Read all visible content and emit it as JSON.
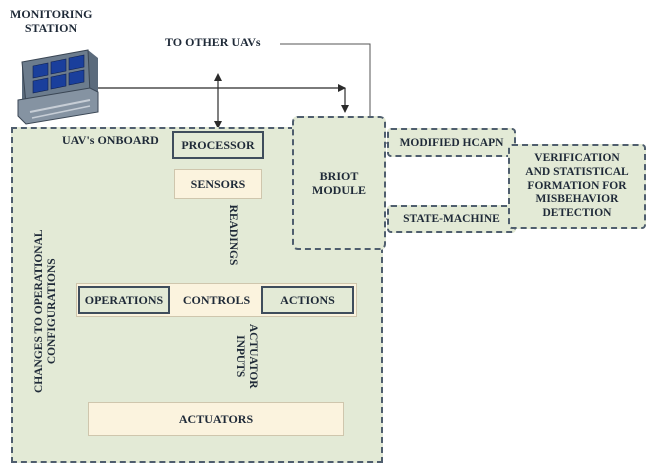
{
  "monitoring_station": {
    "label": "MONITORING\nSTATION"
  },
  "to_other_uavs": {
    "label": "TO OTHER UAVs"
  },
  "onboard": {
    "label": "UAV's ONBOARD"
  },
  "processor": {
    "label": "PROCESSOR"
  },
  "sensors": {
    "label": "SENSORS"
  },
  "briot_module": {
    "label": "BRIOT\nMODULE"
  },
  "modified_hcapn": {
    "label": "MODIFIED HCAPN"
  },
  "state_machine": {
    "label": "STATE-MACHINE"
  },
  "verification": {
    "label": "VERIFICATION\nAND STATISTICAL\nFORMATION FOR\nMISBEHAVIOR\nDETECTION"
  },
  "readings": {
    "label": "READINGS"
  },
  "controls": {
    "label": "CONTROLS"
  },
  "operations": {
    "label": "OPERATIONS"
  },
  "actions": {
    "label": "ACTIONS"
  },
  "actuator_inputs": {
    "label": "ACTUATOR\nINPUTS"
  },
  "actuators": {
    "label": "ACTUATORS"
  },
  "changes": {
    "label": "CHANGES TO OPERATIONAL\nCONFIGURATIONS"
  },
  "colors": {
    "panel_fill": "#e3ead6",
    "cream": "#fbf3de",
    "border": "#3f4d5c",
    "text": "#1f2a38"
  }
}
